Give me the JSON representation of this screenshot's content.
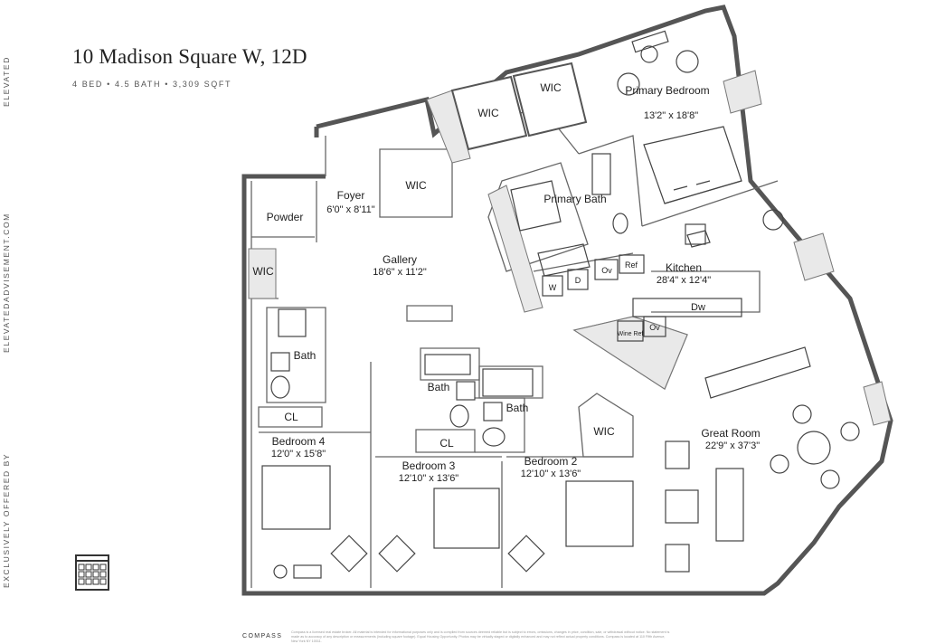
{
  "property": {
    "title": "10 Madison Square W, 12D",
    "details": "4 BED • 4.5 BATH • 3,309 SQFT"
  },
  "side_text": {
    "brand": "ELEVATED",
    "website": "ELEVATEDADVISEMENT.COM",
    "offered_by": "EXCLUSIVELY OFFERED BY"
  },
  "rooms": {
    "primary_bedroom": {
      "name": "Primary Bedroom",
      "dims": "13'2\" x 18'8\""
    },
    "wic_a": "WIC",
    "wic_b": "WIC",
    "wic_c": "WIC",
    "foyer": {
      "name": "Foyer",
      "dims": "6'0\" x 8'11\""
    },
    "powder": "Powder",
    "wic_d": "WIC",
    "gallery": {
      "name": "Gallery",
      "dims": "18'6\" x 11'2\""
    },
    "primary_bath": "Primary Bath",
    "washer": "W",
    "dryer": "D",
    "oven": "Ov",
    "refrigerator": "Ref",
    "kitchen": {
      "name": "Kitchen",
      "dims": "28'4\" x 12'4\""
    },
    "dishwasher": "Dw",
    "wine_fridge": "Wine Ref",
    "oven_2": "Ov",
    "bath_4": "Bath",
    "closet_4": "CL",
    "bedroom_4": {
      "name": "Bedroom 4",
      "dims": "12'0\" x 15'8\""
    },
    "bath_3": "Bath",
    "bath_2": "Bath",
    "closet_3": "CL",
    "bedroom_3": {
      "name": "Bedroom 3",
      "dims": "12'10\" x 13'6\""
    },
    "wic_e": "WIC",
    "bedroom_2": {
      "name": "Bedroom 2",
      "dims": "12'10\" x 13'6\""
    },
    "great_room": {
      "name": "Great Room",
      "dims": "22'9\" x 37'3\""
    }
  },
  "footer": {
    "brand": "COMPASS",
    "disclaimer": "Compass is a licensed real estate broker. All material is intended for informational purposes only and is compiled from sources deemed reliable but is subject to errors, omissions, changes in price, condition, sale, or withdrawal without notice. No statement is made as to accuracy of any description or measurements (including square footage). Equal Housing Opportunity. Photos may be virtually staged or digitally enhanced and may not reflect actual property conditions. Compass is located at 110 Fifth Avenue, New York NY 10011."
  }
}
